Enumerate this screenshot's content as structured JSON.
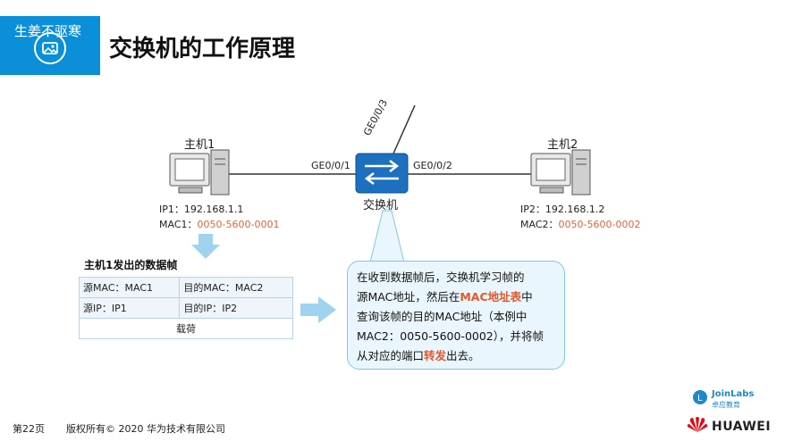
{
  "header": {
    "watermark": "生姜不驱寒",
    "title": "交换机的工作原理",
    "accent": "#0a8fd8"
  },
  "diagram": {
    "host1": {
      "label": "主机1",
      "ip": "IP1：192.168.1.1",
      "mac_prefix": "MAC1：",
      "mac_value": "0050-5600-0001"
    },
    "host2": {
      "label": "主机2",
      "ip": "IP2：192.168.1.2",
      "mac_prefix": "MAC2：",
      "mac_value": "0050-5600-0002"
    },
    "switch": {
      "label": "交换机",
      "icon": "switch-icon"
    },
    "ports": {
      "left": "GE0/0/1",
      "right": "GE0/0/2",
      "up": "GE0/0/3"
    },
    "mac_color": "#d9653b"
  },
  "frame": {
    "title": "主机1发出的数据帧",
    "rows": [
      [
        "源MAC：MAC1",
        "目的MAC：MAC2"
      ],
      [
        "源IP：IP1",
        "目的IP：IP2"
      ]
    ],
    "payload": "载荷"
  },
  "callout": {
    "line1": "在收到数据帧后，交换机学习帧的",
    "line2_a": "源MAC地址，然后在",
    "line2_hl": "MAC地址表",
    "line2_b": "中",
    "line3": "查询该帧的目的MAC地址（本例中",
    "line4": "MAC2：0050-5600-0002），并将帧",
    "line5_a": "从对应的端口",
    "line5_hl": "转发",
    "line5_b": "出去。",
    "highlight_color": "#e0592a"
  },
  "footer": {
    "page": "第22页",
    "copyright": "版权所有© 2020 华为技术有限公司",
    "joinlabs_name": "JoinLabs",
    "joinlabs_sub": "卓应教育",
    "brand": "HUAWEI"
  }
}
